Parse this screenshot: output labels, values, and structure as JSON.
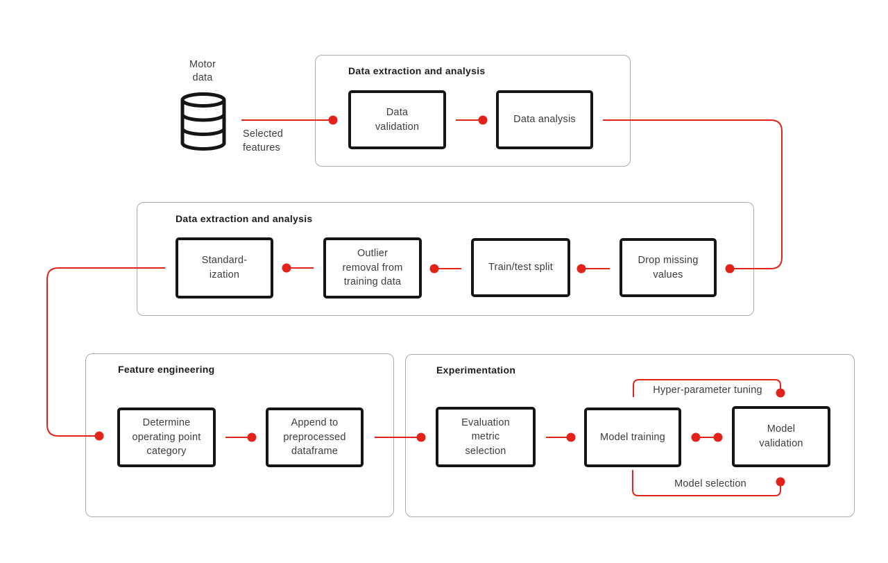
{
  "colors": {
    "accent_red": "#e3231a",
    "node_border": "#151515",
    "group_border": "#ababab",
    "text": "#3c3c3c"
  },
  "database": {
    "icon": "database-cylinder-icon",
    "label": "Motor\ndata"
  },
  "labels": {
    "selected_features": "Selected\nfeatures",
    "hyper_parameter_tuning": "Hyper-parameter tuning",
    "model_selection": "Model selection"
  },
  "groups": [
    {
      "title": "Data extraction and analysis"
    },
    {
      "title": "Data extraction and analysis"
    },
    {
      "title": "Feature engineering"
    },
    {
      "title": "Experimentation"
    }
  ],
  "nodes": {
    "data_validation": "Data\nvalidation",
    "data_analysis": "Data analysis",
    "standardization": "Standard-\nization",
    "outlier_removal": "Outlier\nremoval from\ntraining data",
    "train_test_split": "Train/test split",
    "drop_missing_values": "Drop missing\nvalues",
    "determine_operating_point": "Determine\noperating point\ncategory",
    "append_preprocessed": "Append to\npreprocessed\ndataframe",
    "evaluation_metric": "Evaluation\nmetric\nselection",
    "model_training": "Model training",
    "model_validation": "Model\nvalidation"
  },
  "edges": [
    {
      "from": "motor_data",
      "to": "data_validation",
      "label_key": "selected_features"
    },
    {
      "from": "data_validation",
      "to": "data_analysis"
    },
    {
      "from": "data_analysis",
      "to": "drop_missing_values"
    },
    {
      "from": "drop_missing_values",
      "to": "train_test_split"
    },
    {
      "from": "train_test_split",
      "to": "outlier_removal"
    },
    {
      "from": "outlier_removal",
      "to": "standardization"
    },
    {
      "from": "standardization",
      "to": "determine_operating_point"
    },
    {
      "from": "determine_operating_point",
      "to": "append_preprocessed"
    },
    {
      "from": "append_preprocessed",
      "to": "evaluation_metric"
    },
    {
      "from": "evaluation_metric",
      "to": "model_training"
    },
    {
      "from": "model_training",
      "to": "model_validation",
      "bidirectional": true
    },
    {
      "from": "model_training",
      "to": "model_validation",
      "route": "top-loop",
      "label_key": "hyper_parameter_tuning"
    },
    {
      "from": "model_training",
      "to": "model_validation",
      "route": "bottom-loop",
      "label_key": "model_selection"
    }
  ]
}
